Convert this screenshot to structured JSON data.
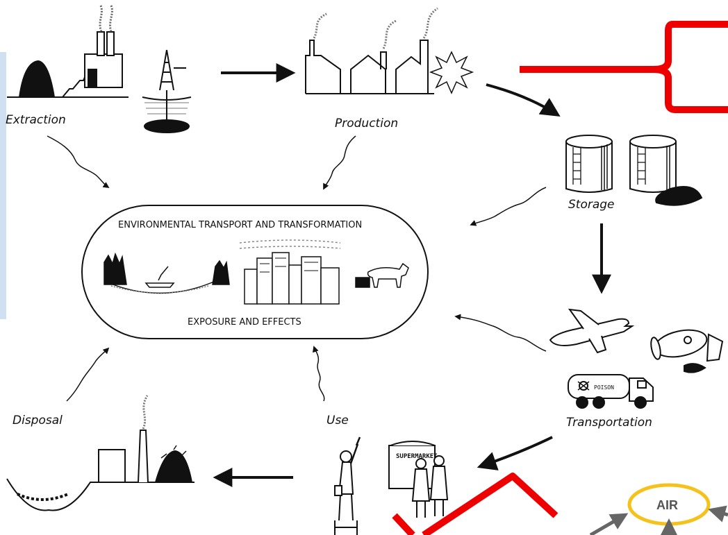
{
  "labels": {
    "extraction": "Extraction",
    "production": "Production",
    "storage": "Storage",
    "transportation": "Transportation",
    "use": "Use",
    "disposal": "Disposal"
  },
  "center": {
    "title": "ENVIRONMENTAL TRANSPORT AND TRANSFORMATION",
    "subtitle": "EXPOSURE AND EFFECTS"
  },
  "signs": {
    "poison": "POISON",
    "supermarket": "SUPERMARKET"
  },
  "overlay": {
    "air_label": "AIR",
    "air_ring_color": "#f5c21b",
    "annotation_color": "#ee0000"
  }
}
